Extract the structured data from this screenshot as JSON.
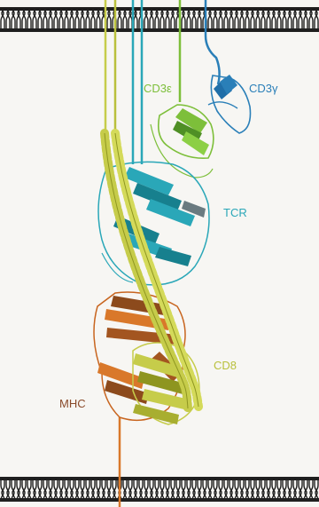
{
  "labels": {
    "cd3e": "CD3ε",
    "cd3g": "CD3γ",
    "tcr": "TCR",
    "cd8": "CD8",
    "mhc": "MHC"
  },
  "colors": {
    "background": "#f7f6f3",
    "membrane": "#1f1f1f",
    "cd3e": "#7dbf3a",
    "cd3e_dark": "#4f8f25",
    "cd3g": "#2a7fb8",
    "cd3g_dark": "#1a5a8a",
    "tcr": "#2aa7b8",
    "tcr_dark": "#17808e",
    "cd8": "#c6cc4a",
    "cd8_dark": "#8e9520",
    "mhc": "#d9782a",
    "mhc_dark": "#8c4a1c",
    "label_mhc": "#8a4a2a"
  },
  "icons": {
    "membrane": "lipid-bilayer-icon",
    "helix": "alpha-helix-icon",
    "sheet": "beta-sheet-icon"
  }
}
